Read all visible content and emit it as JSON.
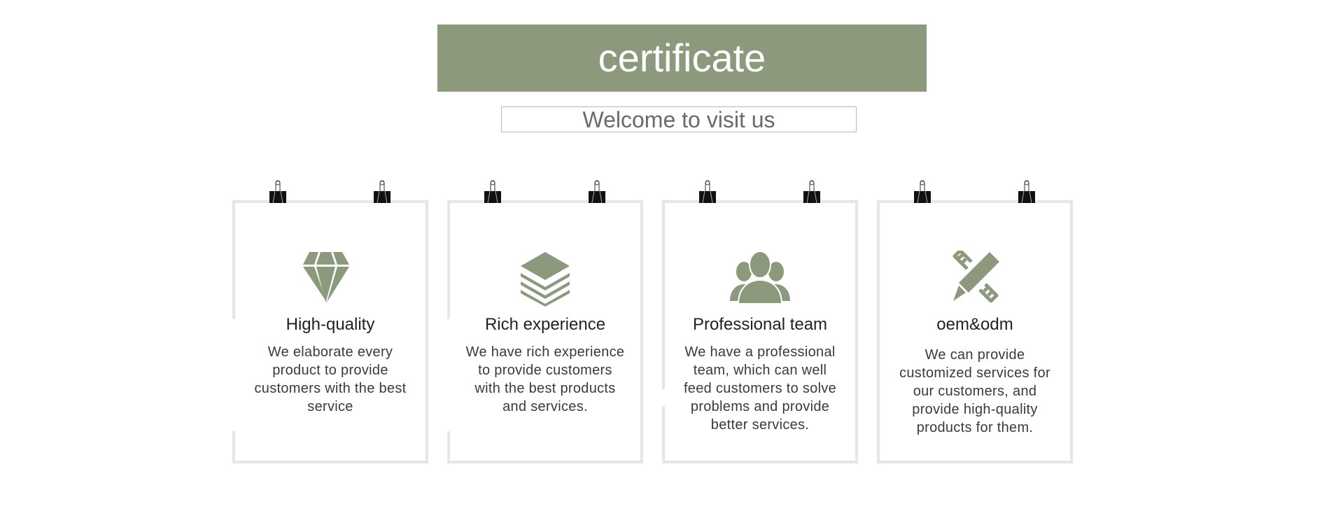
{
  "header": {
    "title": "certificate",
    "subtitle": "Welcome to visit us"
  },
  "colors": {
    "accent": "#8c997c",
    "card_border": "#e6e6e6",
    "title_text": "#ffffff",
    "subtitle_text": "#6a6a6a"
  },
  "cards": [
    {
      "icon": "diamond-icon",
      "title": "High-quality",
      "description": "We elaborate every product to provide customers with the best service"
    },
    {
      "icon": "layers-icon",
      "title": "Rich experience",
      "description": "We have rich experience to provide customers with the best products and services."
    },
    {
      "icon": "team-icon",
      "title": "Professional team",
      "description": "We have a professional team, which can well feed customers to solve problems and provide better services."
    },
    {
      "icon": "pencil-ruler-icon",
      "title": "oem&odm",
      "description": "We can provide customized services for our customers, and provide high-quality products for them."
    }
  ]
}
